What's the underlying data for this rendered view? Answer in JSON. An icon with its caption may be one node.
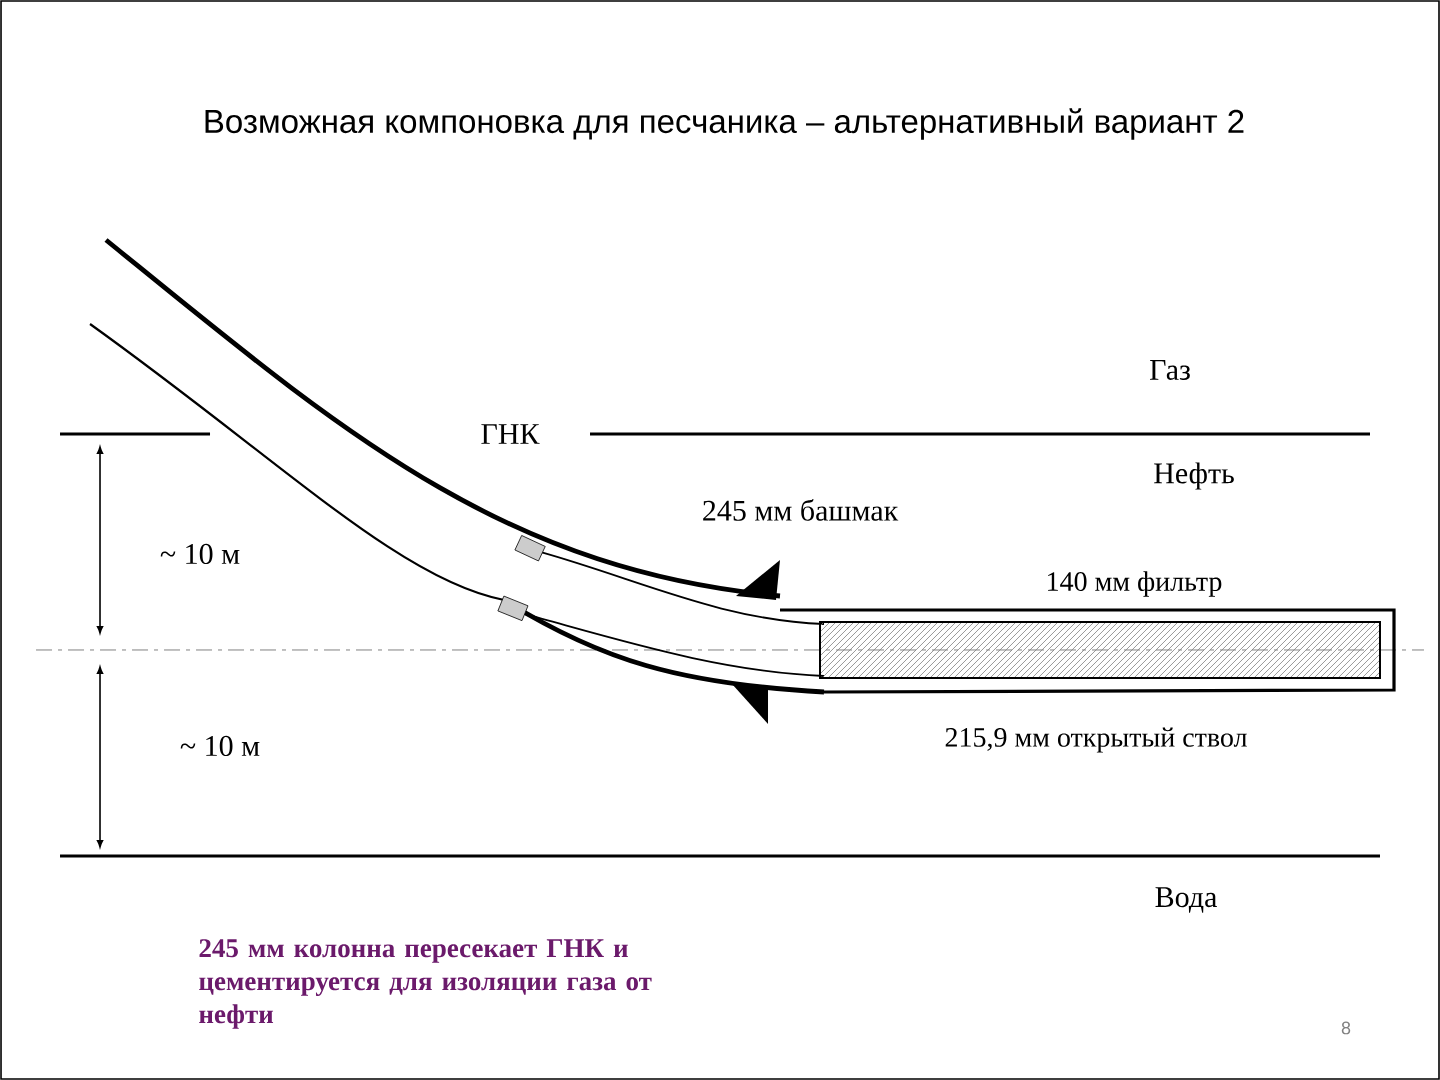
{
  "diagram": {
    "title": "Возможная компоновка для песчаника – альтернативный вариант 2",
    "labels": [
      "Газ",
      "ГНК",
      "245 мм башмак",
      "Нефть",
      "~ 10 м",
      "140 мм фильтр",
      "~ 10 м",
      "215,9 мм открытый ствол",
      "Вода",
      "245 мм колонна пересекает ГНК и цементируется для изоляции газа от нефти",
      "8"
    ]
  }
}
